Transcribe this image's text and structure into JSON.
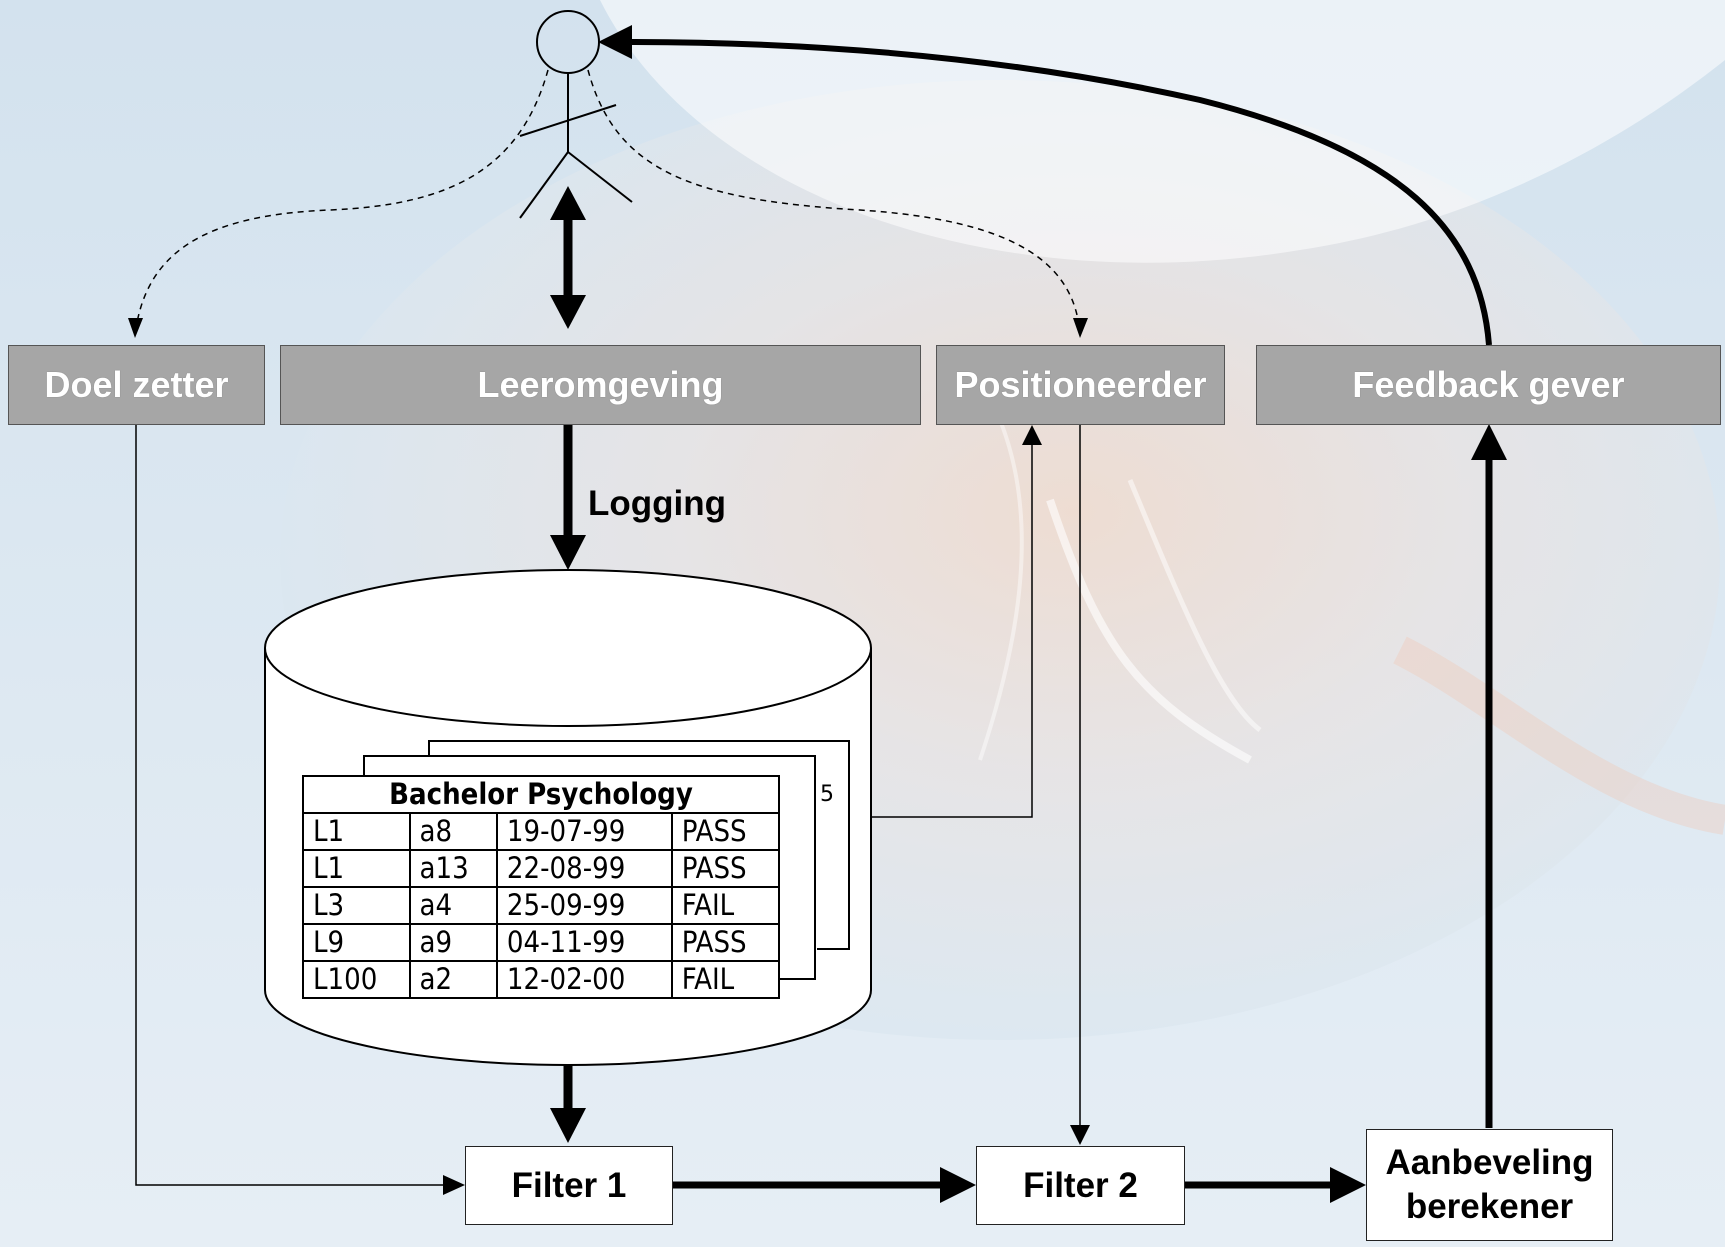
{
  "boxes": {
    "doel_zetter": "Doel zetter",
    "leeromgeving": "Leeromgeving",
    "positioneerder": "Positioneerder",
    "feedback_gever": "Feedback gever",
    "filter1": "Filter 1",
    "filter2": "Filter 2",
    "aanbeveling_line1": "Aanbeveling",
    "aanbeveling_line2": "berekener"
  },
  "logging_label": "Logging",
  "records_table": {
    "title": "Bachelor Psychology",
    "rows": [
      [
        "L1",
        "a8",
        "19-07-99",
        "PASS"
      ],
      [
        "L1",
        "a13",
        "22-08-99",
        "PASS"
      ],
      [
        "L3",
        "a4",
        "25-09-99",
        "FAIL"
      ],
      [
        "L9",
        "a9",
        "04-11-99",
        "PASS"
      ],
      [
        "L100",
        "a2",
        "12-02-00",
        "FAIL"
      ]
    ]
  },
  "colors": {
    "gray_box": "#a6a6a6",
    "gray_box_text": "#ffffff",
    "arrow": "#000000"
  }
}
